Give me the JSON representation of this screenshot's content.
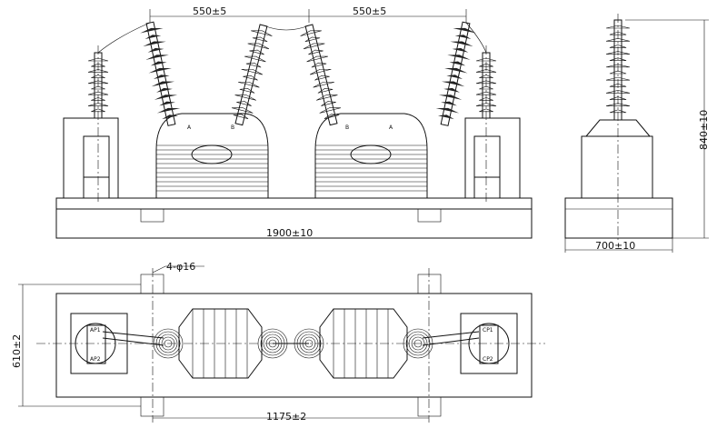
{
  "front_view": {
    "dim_spacing_left": "550±5",
    "dim_spacing_right": "550±5",
    "dim_length": "1900±10",
    "phase_labels": [
      "A",
      "B",
      "B",
      "A"
    ]
  },
  "side_view": {
    "dim_height": "840±10",
    "dim_width": "700±10"
  },
  "plan_view": {
    "hole_spec": "4-φ16",
    "dim_width": "610±2",
    "dim_hole_spacing": "1175±2",
    "left_box_labels": [
      "AP1",
      "AP2"
    ],
    "right_box_labels": [
      "CP1",
      "CP2"
    ]
  },
  "colors": {
    "line": "#111111",
    "background": "#ffffff"
  }
}
